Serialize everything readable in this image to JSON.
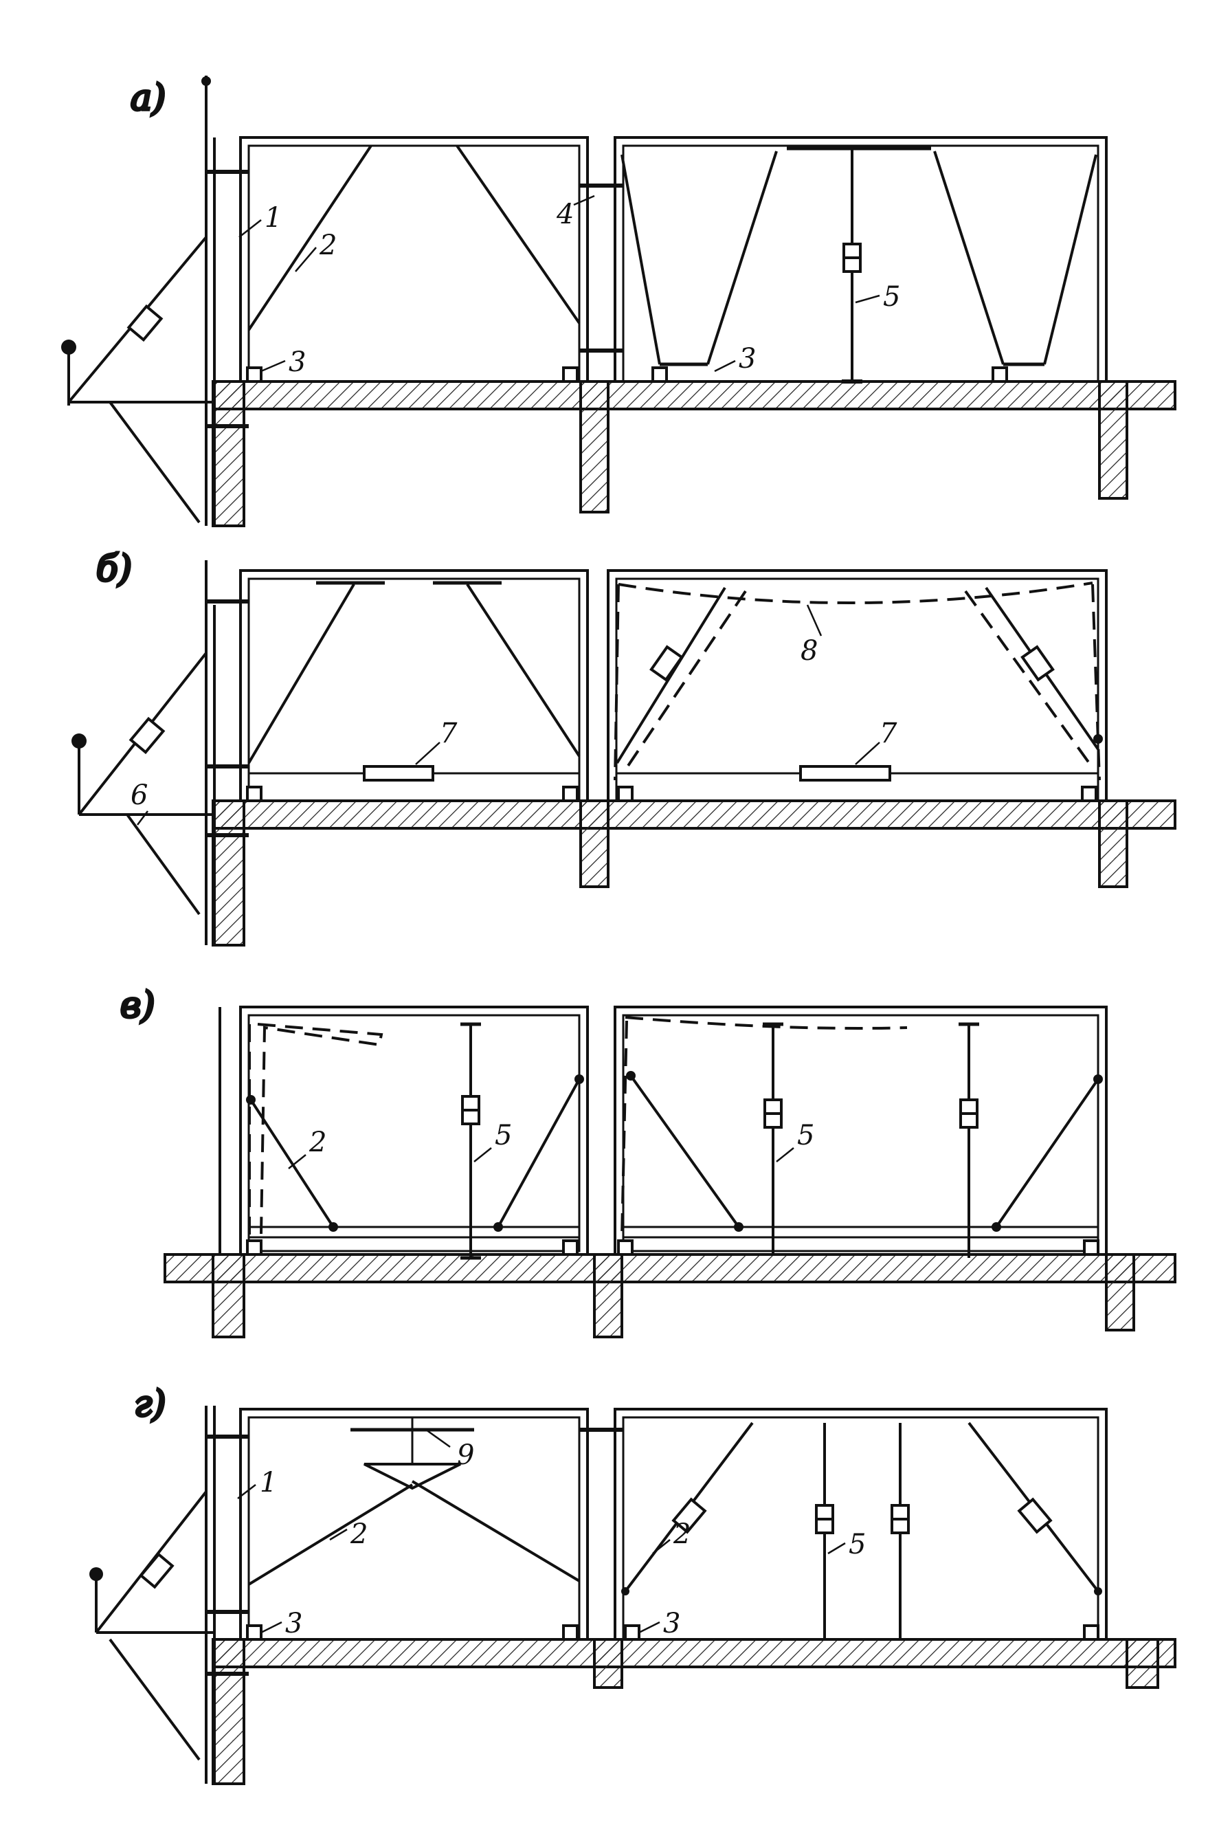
{
  "colors": {
    "ink": "#111111",
    "background": "#ffffff"
  },
  "panels": [
    {
      "id": "a",
      "label": "а)",
      "callouts": {
        "c1": "1",
        "c2": "2",
        "c3": "3",
        "c3b": "3",
        "c4": "4",
        "c5": "5"
      }
    },
    {
      "id": "b",
      "label": "б)",
      "callouts": {
        "c6": "6",
        "c7": "7",
        "c7b": "7",
        "c8": "8"
      }
    },
    {
      "id": "v",
      "label": "в)",
      "callouts": {
        "c2": "2",
        "c5": "5",
        "c5b": "5"
      }
    },
    {
      "id": "g",
      "label": "г)",
      "callouts": {
        "c1": "1",
        "c2": "2",
        "c2b": "2",
        "c3": "3",
        "c3b": "3",
        "c5": "5",
        "c9": "9"
      }
    }
  ]
}
